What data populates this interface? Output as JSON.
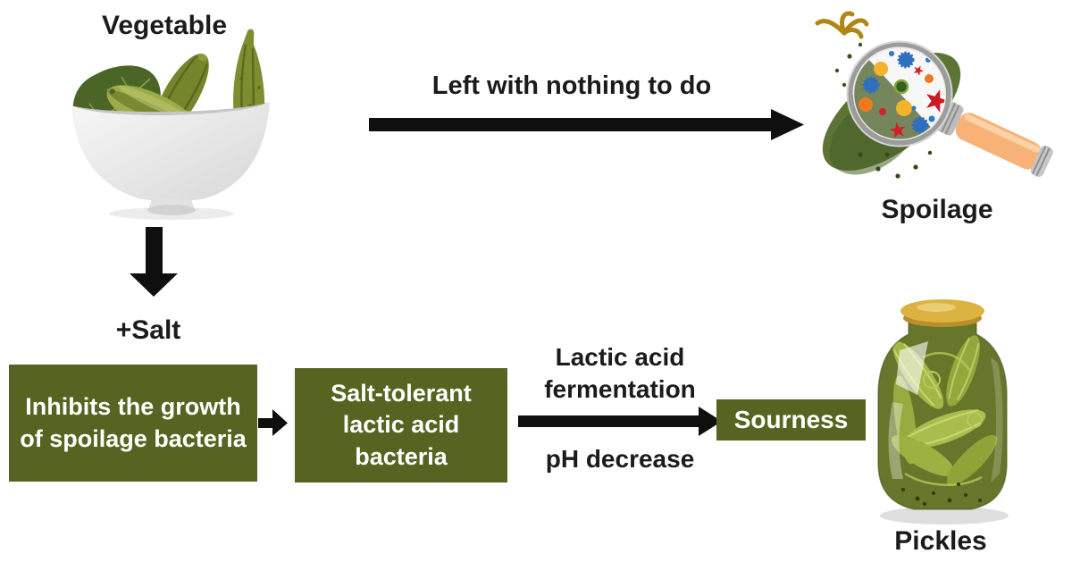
{
  "palette": {
    "box_green": "#566321",
    "arrow_black": "#0f0f0f",
    "label_black": "#1b1b1b",
    "box_text_white": "#ffffff",
    "jar_lid_gold": "#dcb240",
    "magnifier_handle_peach": "#f8b277",
    "cucumber_green": "#7d8d30"
  },
  "spoilage_path": {
    "vegetable_label": "Vegetable",
    "arrow_label": "Left with nothing to do",
    "result_label": "Spoilage"
  },
  "pickling_path": {
    "salt_label": "+Salt",
    "inhibit_box": "Inhibits the growth of spoilage bacteria",
    "bacteria_box": "Salt-tolerant lactic acid bacteria",
    "ferment_arrow_top_label": "Lactic acid fermentation",
    "ferment_arrow_bottom_label": "pH decrease",
    "sourness_box": "Sourness",
    "result_label": "Pickles"
  },
  "illustrations": {
    "bowl": "vegetable-bowl-with-cucumbers",
    "spoilage": "cucumber-under-magnifier-with-microbes",
    "jar": "pickle-jar"
  }
}
